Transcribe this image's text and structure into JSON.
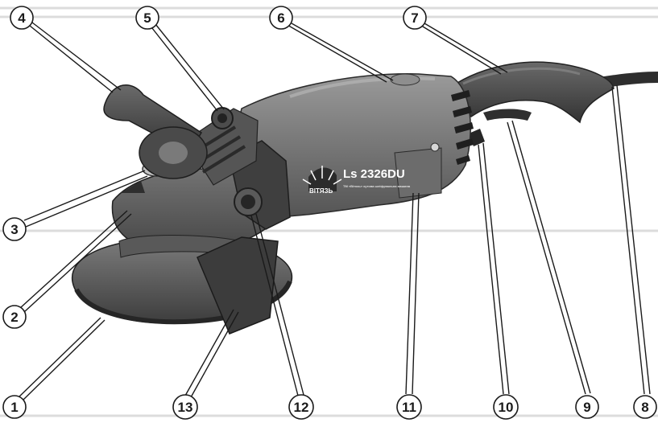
{
  "product": {
    "model_label": "Ls 2326DU",
    "brand_label": "ВІТЯЗЬ",
    "subtitle_label": "ТМ «Вітязь» кутова шліфувальна машина"
  },
  "callouts": [
    {
      "id": "1",
      "label": "1"
    },
    {
      "id": "2",
      "label": "2"
    },
    {
      "id": "3",
      "label": "3"
    },
    {
      "id": "4",
      "label": "4"
    },
    {
      "id": "5",
      "label": "5"
    },
    {
      "id": "6",
      "label": "6"
    },
    {
      "id": "7",
      "label": "7"
    },
    {
      "id": "8",
      "label": "8"
    },
    {
      "id": "9",
      "label": "9"
    },
    {
      "id": "10",
      "label": "10"
    },
    {
      "id": "11",
      "label": "11"
    },
    {
      "id": "12",
      "label": "12"
    },
    {
      "id": "13",
      "label": "13"
    }
  ],
  "colors": {
    "body_dark": "#4a4a4a",
    "body_mid": "#6d6d6d",
    "body_light": "#8a8a8a",
    "rubber": "#3a3a3a",
    "guide_lines": "#dcdcdc",
    "leader": "#1a1a1a"
  }
}
